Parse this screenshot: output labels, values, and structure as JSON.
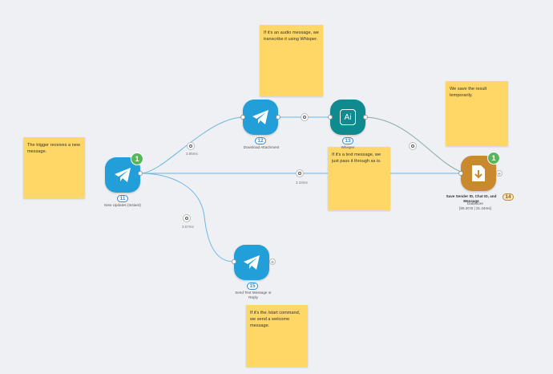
{
  "notes": {
    "trigger": "The trigger receives a new message.",
    "audio": "If it's an audio message, we transcribe it using Whisper.",
    "save": "We save the result temporarily.",
    "text": "If it's a text message, we just pass it through as is.",
    "start": "If it's the /start command, we send a welcome message."
  },
  "modules": {
    "trigger": {
      "id": "11",
      "label": "New Updates (Instant)",
      "runs": "1",
      "color": "#229ed9"
    },
    "download": {
      "id": "12",
      "label": "Download Attachment",
      "color": "#229ed9"
    },
    "whisper": {
      "id": "13",
      "label": "Whisper",
      "color": "#0f8a8f"
    },
    "save": {
      "id": "14",
      "title": "Save Sender ID, Chat ID, and Message",
      "subtitle": "Datastore",
      "stats": "[95.20 B | 31.24ms]",
      "runs": "1",
      "color": "#c9892e"
    },
    "reply": {
      "id": "15",
      "label": "Send Text Message or Reply",
      "color": "#229ed9"
    }
  },
  "routes": {
    "r1": "3.85ms",
    "r2": "3.33ms",
    "r3": "3.57ms"
  }
}
